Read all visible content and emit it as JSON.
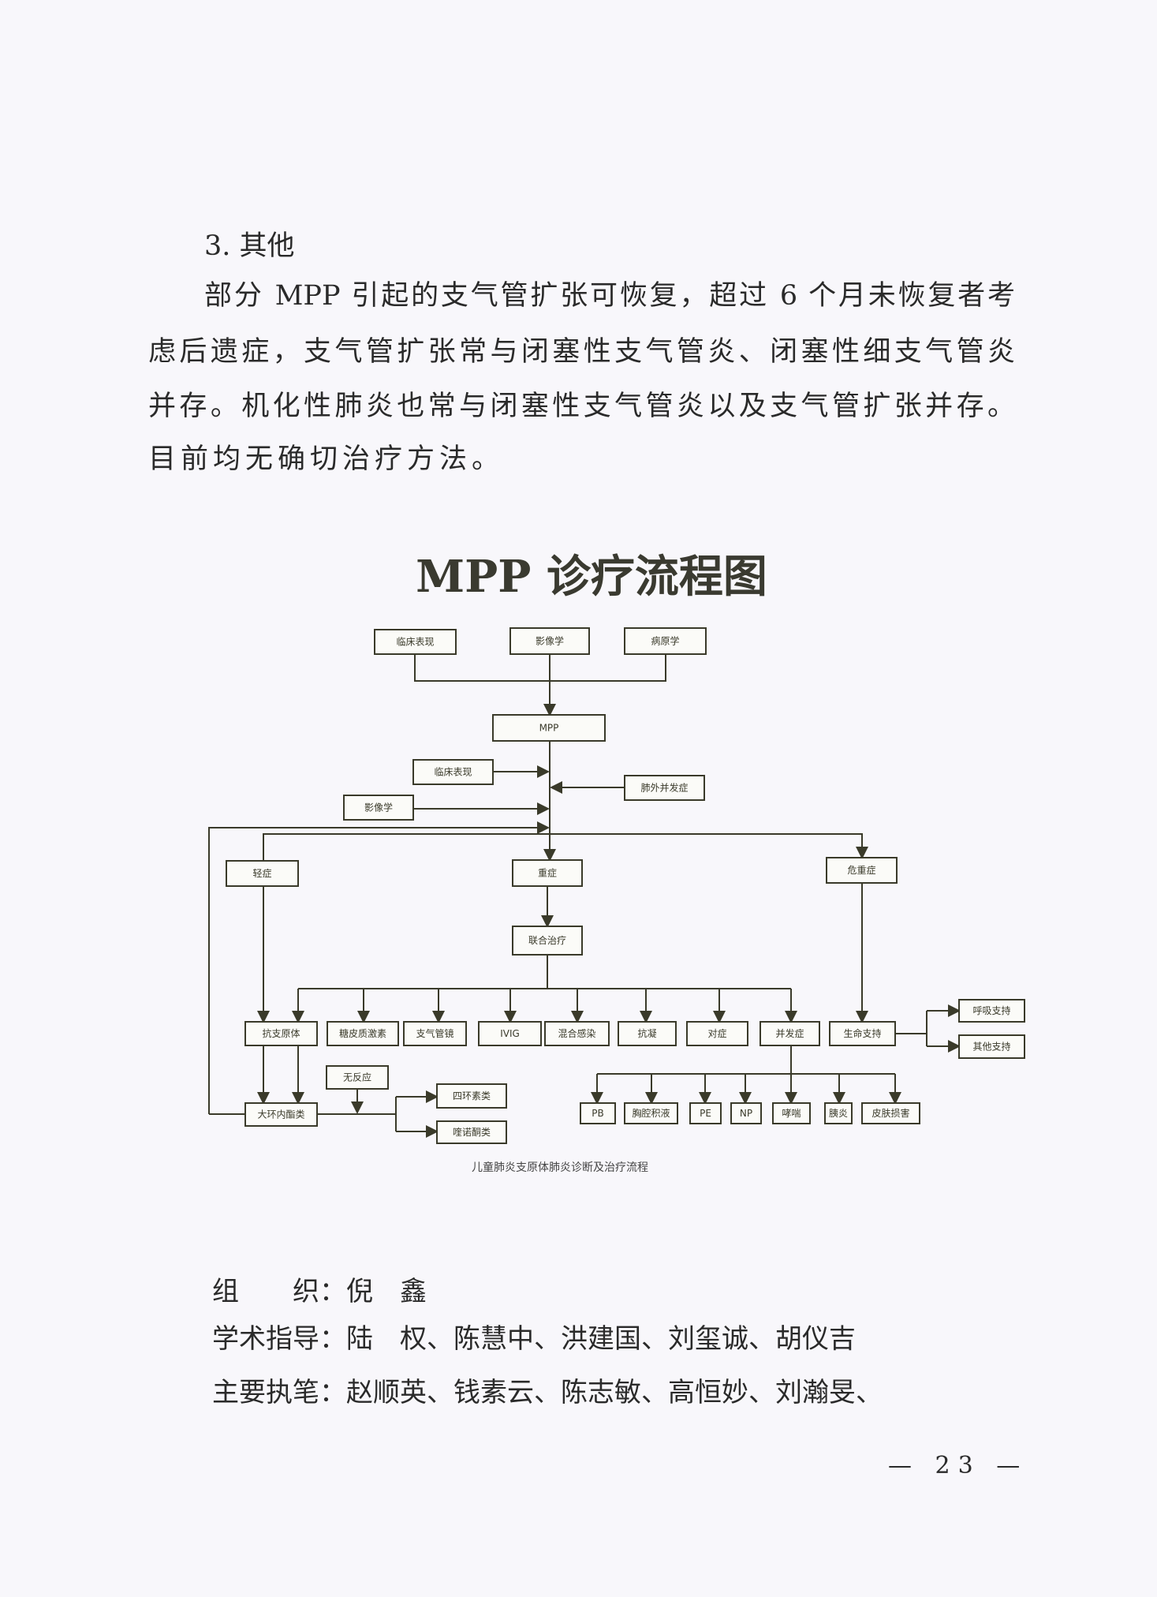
{
  "section": {
    "heading": "3. 其他",
    "paragraph_lines": [
      "部分 MPP 引起的支气管扩张可恢复，超过 6 个月未恢复者考",
      "虑后遗症，支气管扩张常与闭塞性支气管炎、闭塞性细支气管炎",
      "并存。机化性肺炎也常与闭塞性支气管炎以及支气管扩张并存。",
      "目前均无确切治疗方法。"
    ]
  },
  "flowchart": {
    "title": "MPP 诊疗流程图",
    "caption": "儿童肺炎支原体肺炎诊断及治疗流程",
    "nodes": {
      "clinical1": "临床表现",
      "imaging1": "影像学",
      "pathogen": "病原学",
      "mpp": "MPP",
      "clinical2": "临床表现",
      "extrapulmonary": "肺外并发症",
      "imaging2": "影像学",
      "mild": "轻症",
      "severe": "重症",
      "critical": "危重症",
      "combined": "联合治疗",
      "antimyco": "抗支原体",
      "steroid": "糖皮质激素",
      "bronchoscopy": "支气管镜",
      "ivig": "IVIG",
      "mixed": "混合感染",
      "anticoag": "抗凝",
      "symptomatic": "对症",
      "complication": "并发症",
      "lifesupport": "生命支持",
      "resp": "呼吸支持",
      "othersupport": "其他支持",
      "macrolide": "大环内酯类",
      "noresponse": "无反应",
      "tetracycline": "四环素类",
      "quinolone": "喹诺酮类",
      "pb": "PB",
      "effusion": "胸腔积液",
      "pe": "PE",
      "np": "NP",
      "asthma": "哮喘",
      "pancreatitis": "胰炎",
      "skin": "皮肤损害"
    }
  },
  "credits": {
    "organizer": "组　　织：倪　鑫",
    "academic": "学术指导：陆　权、陈慧中、洪建国、刘玺诚、胡仪吉",
    "writers": "主要执笔：赵顺英、钱素云、陈志敏、高恒妙、刘瀚旻、"
  },
  "page_number": "— 23 —"
}
